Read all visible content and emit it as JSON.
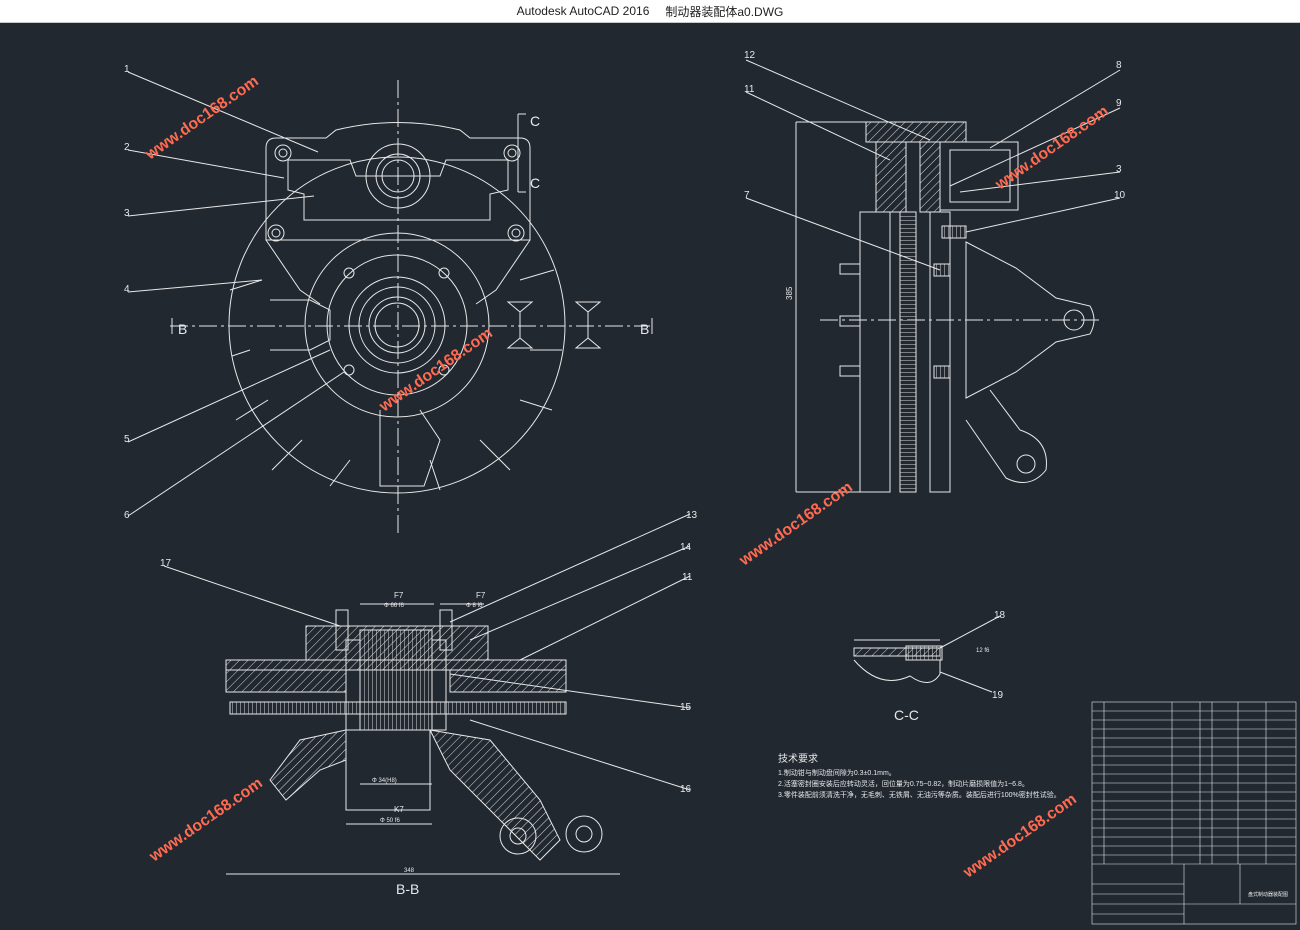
{
  "titlebar": {
    "app_name": "Autodesk AutoCAD 2016",
    "file_name": "制动器装配体a0.DWG"
  },
  "colors": {
    "background": "#212830",
    "line": "#e8e8e8",
    "watermark": "#ff6a50"
  },
  "watermark": "www.doc168.com",
  "front_view": {
    "callouts": [
      "1",
      "2",
      "3",
      "4",
      "5",
      "6"
    ],
    "section_c": "C",
    "section_b": "B"
  },
  "side_view": {
    "callouts": [
      "12",
      "11",
      "7",
      "8",
      "9",
      "3",
      "10"
    ],
    "dim_height": "385"
  },
  "section_bb": {
    "label": "B-B",
    "callouts": [
      "17",
      "13",
      "14",
      "11",
      "15",
      "16"
    ],
    "dim_top_left": "F7",
    "dim_top_left_value": "Φ 66 f6",
    "dim_top_right": "F7",
    "dim_top_right_value": "Φ 8 f6",
    "dim_mid": "Φ 34(H8)",
    "dim_bottom": "K7",
    "dim_bottom_value": "Φ 50 f6",
    "dim_overall": "348"
  },
  "section_cc": {
    "label": "C-C",
    "callouts": [
      "18",
      "19"
    ],
    "dim": "12 f6"
  },
  "tech_notes": {
    "heading": "技术要求",
    "lines": [
      "1.制动钳与制动盘间隙为0.3±0.1mm。",
      "2.活塞密封圈安装后应转动灵活，回位量为0.75~0.82，制动片磨损限值为1~6.8。",
      "3.零件装配前须清洗干净，无毛刺、无铁屑、无油污等杂质。装配后进行100%密封性试验。"
    ]
  },
  "title_block": {
    "title": "盘式制动器装配图"
  }
}
